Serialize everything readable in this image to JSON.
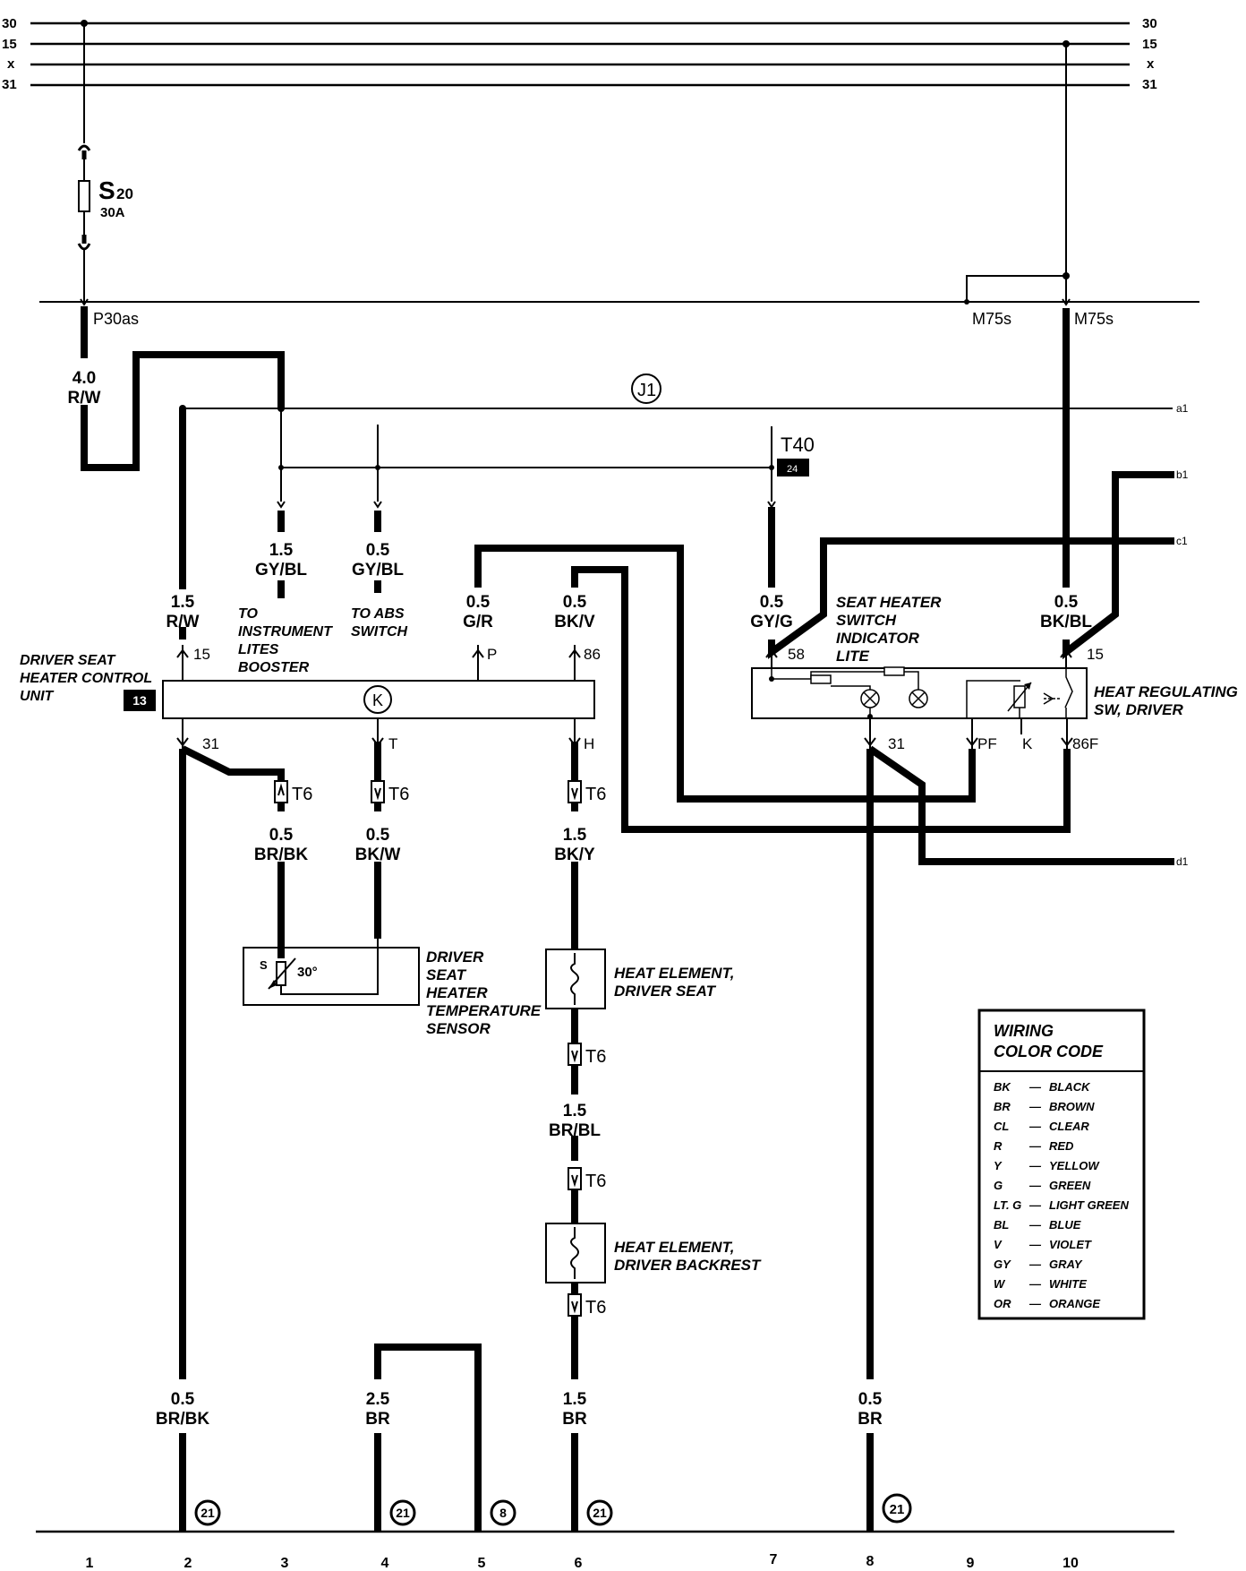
{
  "bus_lines": {
    "left": [
      "30",
      "15",
      "x",
      "31"
    ],
    "right": [
      "30",
      "15",
      "x",
      "31"
    ]
  },
  "fuse": {
    "name": "S",
    "sub": "20",
    "rating": "30A"
  },
  "connectors": {
    "p30as": "P30as",
    "m75s_a": "M75s",
    "m75s_b": "M75s",
    "j1": "J1",
    "t40": "T40",
    "t40_pin": "24",
    "component_13": "13"
  },
  "wires": {
    "w_4_0": {
      "size": "4.0",
      "color": "R/W"
    },
    "w_1_5_rw": {
      "size": "1.5",
      "color": "R/W"
    },
    "w_1_5_gybl": {
      "size": "1.5",
      "color": "GY/BL"
    },
    "w_0_5_gybl": {
      "size": "0.5",
      "color": "GY/BL"
    },
    "w_0_5_gr": {
      "size": "0.5",
      "color": "G/R"
    },
    "w_0_5_bkv": {
      "size": "0.5",
      "color": "BK/V"
    },
    "w_0_5_gyg": {
      "size": "0.5",
      "color": "GY/G"
    },
    "w_0_5_bkbl": {
      "size": "0.5",
      "color": "BK/BL"
    },
    "w_0_5_brbk": {
      "size": "0.5",
      "color": "BR/BK"
    },
    "w_0_5_bkw": {
      "size": "0.5",
      "color": "BK/W"
    },
    "w_1_5_bky": {
      "size": "1.5",
      "color": "BK/Y"
    },
    "w_1_5_brbl": {
      "size": "1.5",
      "color": "BR/BL"
    },
    "g_0_5_brbk": {
      "size": "0.5",
      "color": "BR/BK"
    },
    "g_2_5_br": {
      "size": "2.5",
      "color": "BR"
    },
    "g_1_5_br": {
      "size": "1.5",
      "color": "BR"
    },
    "g_0_5_br": {
      "size": "0.5",
      "color": "BR"
    }
  },
  "notes": {
    "instrument": [
      "TO",
      "INSTRUMENT",
      "LITES",
      "BOOSTER"
    ],
    "abs": [
      "TO ABS",
      "SWITCH"
    ]
  },
  "components": {
    "control_unit": [
      "DRIVER SEAT",
      "HEATER CONTROL",
      "UNIT"
    ],
    "control_unit_symbol": "K",
    "temp_sensor": [
      "DRIVER",
      "SEAT",
      "HEATER",
      "TEMPERATURE",
      "SENSOR"
    ],
    "temp_sensor_value": "30°",
    "temp_sensor_s": "S",
    "heat_seat": [
      "HEAT ELEMENT,",
      "DRIVER SEAT"
    ],
    "heat_backrest": [
      "HEAT ELEMENT,",
      "DRIVER BACKREST"
    ],
    "switch_lite": [
      "SEAT HEATER",
      "SWITCH",
      "INDICATOR",
      "LITE"
    ],
    "regulating_sw": [
      "HEAT REGULATING",
      "SW, DRIVER"
    ]
  },
  "pins": {
    "cu_15": "15",
    "cu_p": "P",
    "cu_86": "86",
    "cu_31": "31",
    "cu_t": "T",
    "cu_h": "H",
    "sw_58": "58",
    "sw_15": "15",
    "sw_31": "31",
    "sw_pf": "PF",
    "sw_k": "K",
    "sw_86f": "86F",
    "t6": "T6"
  },
  "edge_refs": [
    "a1",
    "b1",
    "c1",
    "d1"
  ],
  "ground_refs": [
    "21",
    "21",
    "8",
    "21",
    "21"
  ],
  "legend": {
    "title": [
      "WIRING",
      "COLOR CODE"
    ],
    "entries": [
      {
        "code": "BK",
        "name": "BLACK"
      },
      {
        "code": "BR",
        "name": "BROWN"
      },
      {
        "code": "CL",
        "name": "CLEAR"
      },
      {
        "code": "R",
        "name": "RED"
      },
      {
        "code": "Y",
        "name": "YELLOW"
      },
      {
        "code": "G",
        "name": "GREEN"
      },
      {
        "code": "LT. G",
        "name": "LIGHT GREEN"
      },
      {
        "code": "BL",
        "name": "BLUE"
      },
      {
        "code": "V",
        "name": "VIOLET"
      },
      {
        "code": "GY",
        "name": "GRAY"
      },
      {
        "code": "W",
        "name": "WHITE"
      },
      {
        "code": "OR",
        "name": "ORANGE"
      }
    ]
  },
  "columns": [
    "1",
    "2",
    "3",
    "4",
    "5",
    "6",
    "7",
    "8",
    "9",
    "10"
  ]
}
